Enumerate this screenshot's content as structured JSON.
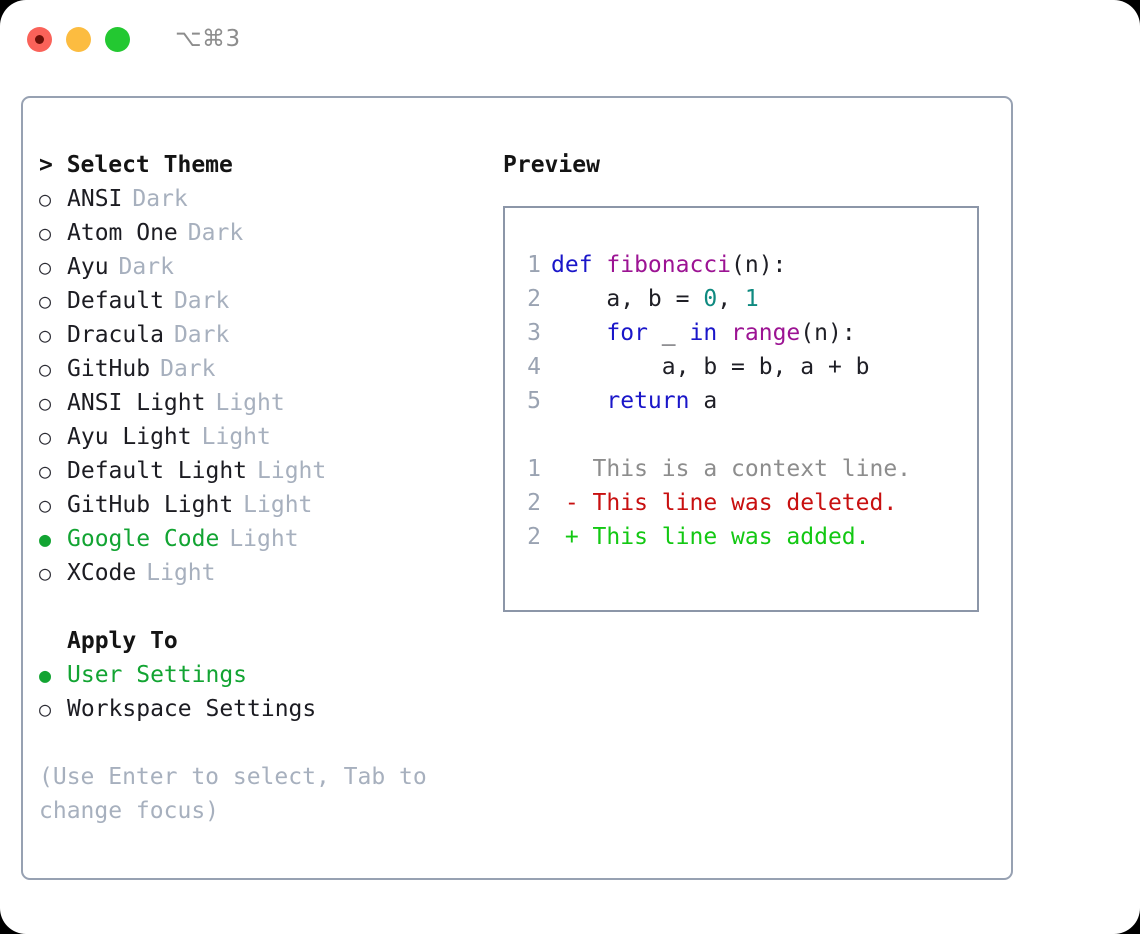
{
  "window": {
    "shortcut": "⌥⌘3",
    "traffic_lights": [
      "close",
      "minimize",
      "maximize"
    ]
  },
  "theme_picker": {
    "header": "> Select Theme",
    "items": [
      {
        "label": "ANSI",
        "tag": "Dark",
        "selected": false
      },
      {
        "label": "Atom One",
        "tag": "Dark",
        "selected": false
      },
      {
        "label": "Ayu",
        "tag": "Dark",
        "selected": false
      },
      {
        "label": "Default",
        "tag": "Dark",
        "selected": false
      },
      {
        "label": "Dracula",
        "tag": "Dark",
        "selected": false
      },
      {
        "label": "GitHub",
        "tag": "Dark",
        "selected": false
      },
      {
        "label": "ANSI Light",
        "tag": "Light",
        "selected": false
      },
      {
        "label": "Ayu Light",
        "tag": "Light",
        "selected": false
      },
      {
        "label": "Default Light",
        "tag": "Light",
        "selected": false
      },
      {
        "label": "GitHub Light",
        "tag": "Light",
        "selected": false
      },
      {
        "label": "Google Code",
        "tag": "Light",
        "selected": true
      },
      {
        "label": "XCode",
        "tag": "Light",
        "selected": false
      }
    ]
  },
  "apply_to": {
    "header": "Apply To",
    "items": [
      {
        "label": "User Settings",
        "selected": true
      },
      {
        "label": "Workspace Settings",
        "selected": false
      }
    ]
  },
  "hint": "(Use Enter to select, Tab to change focus)",
  "preview": {
    "title": "Preview",
    "code_lines": [
      {
        "no": "1",
        "tokens": [
          {
            "t": "def ",
            "c": "kw"
          },
          {
            "t": "fibonacci",
            "c": "fn"
          },
          {
            "t": "(n):",
            "c": "pl"
          }
        ]
      },
      {
        "no": "2",
        "tokens": [
          {
            "t": "    a, b = ",
            "c": "pl"
          },
          {
            "t": "0",
            "c": "num"
          },
          {
            "t": ", ",
            "c": "pl"
          },
          {
            "t": "1",
            "c": "num"
          }
        ]
      },
      {
        "no": "3",
        "tokens": [
          {
            "t": "    ",
            "c": "pl"
          },
          {
            "t": "for",
            "c": "kw"
          },
          {
            "t": " _ ",
            "c": "pl"
          },
          {
            "t": "in",
            "c": "kw"
          },
          {
            "t": " ",
            "c": "pl"
          },
          {
            "t": "range",
            "c": "fn"
          },
          {
            "t": "(n):",
            "c": "pl"
          }
        ]
      },
      {
        "no": "4",
        "tokens": [
          {
            "t": "        a, b = b, a + b",
            "c": "pl"
          }
        ]
      },
      {
        "no": "5",
        "tokens": [
          {
            "t": "    ",
            "c": "pl"
          },
          {
            "t": "return",
            "c": "kw"
          },
          {
            "t": " a",
            "c": "pl"
          }
        ]
      }
    ],
    "diff_lines": [
      {
        "no": "1",
        "tokens": [
          {
            "t": "   This is a context line.",
            "c": "ctx"
          }
        ]
      },
      {
        "no": "2",
        "tokens": [
          {
            "t": " - This line was deleted.",
            "c": "del"
          }
        ]
      },
      {
        "no": "2",
        "tokens": [
          {
            "t": " + This line was added.",
            "c": "add"
          }
        ]
      }
    ]
  },
  "glyphs": {
    "bullet_selected": "●",
    "bullet_unselected": "○"
  },
  "colors": {
    "accent_green": "#12a432",
    "muted": "#a7b0be",
    "border": "#97a1b2",
    "keyword": "#1a16c9",
    "function": "#9c1393",
    "number": "#0f8a80",
    "diff_deleted": "#c81010",
    "diff_added": "#13c813"
  }
}
